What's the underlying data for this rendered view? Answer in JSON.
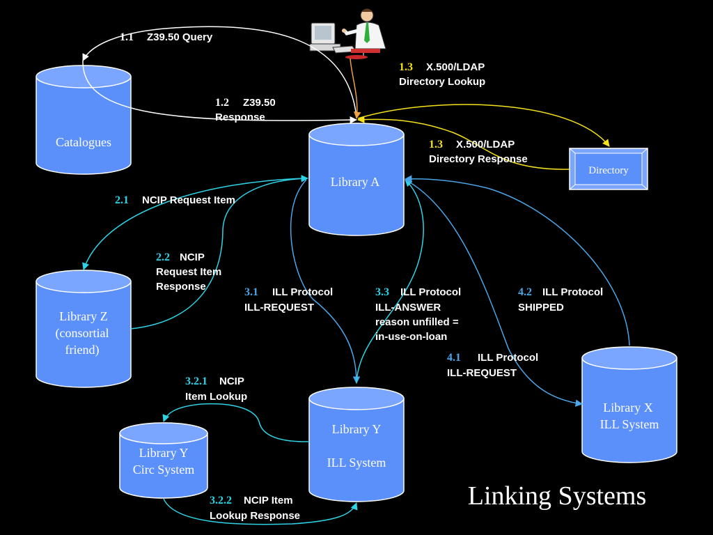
{
  "title": "Linking Systems",
  "colors": {
    "background": "#000000",
    "cylinder_body": "#5b8ff9",
    "cylinder_top": "#7aa6ff",
    "white_arrow": "#ffffff",
    "yellow_arrow": "#f5e21a",
    "cyan_arrow": "#2ed3e6",
    "blue_arrow": "#4aa6e8",
    "orange_arrow": "#f0a040",
    "num_white": "#ffffff",
    "num_yellow": "#f5e21a",
    "num_cyan": "#2ed3e6",
    "num_blue": "#4aa6e8"
  },
  "nodes": {
    "catalogues": {
      "label": "Catalogues"
    },
    "library_a": {
      "label": "Library A"
    },
    "directory": {
      "label": "Directory"
    },
    "library_z": {
      "line1": "Library Z",
      "line2": "(consortial",
      "line3": "friend)"
    },
    "library_y_ill": {
      "line1": "Library Y",
      "line2": "ILL System"
    },
    "library_y_circ": {
      "line1": "Library Y",
      "line2": "Circ System"
    },
    "library_x": {
      "line1": "Library X",
      "line2": "ILL System"
    },
    "user": {
      "icon": "user-at-computer-icon"
    }
  },
  "messages": {
    "m1_1": {
      "num": "1.1",
      "line1": "Z39.50 Query"
    },
    "m1_2": {
      "num": "1.2",
      "line1": "Z39.50",
      "line2": "Response"
    },
    "m1_3a": {
      "num": "1.3",
      "line1": "X.500/LDAP",
      "line2": "Directory Lookup"
    },
    "m1_3b": {
      "num": "1.3",
      "line1": "X.500/LDAP",
      "line2": "Directory Response"
    },
    "m2_1": {
      "num": "2.1",
      "line1": "NCIP Request Item"
    },
    "m2_2": {
      "num": "2.2",
      "line1": "NCIP",
      "line2": "Request Item",
      "line3": "Response"
    },
    "m3_1": {
      "num": "3.1",
      "line1": "ILL Protocol",
      "line2": "ILL-REQUEST"
    },
    "m3_3": {
      "num": "3.3",
      "line1": "ILL Protocol",
      "line2": "ILL-ANSWER",
      "line3": "reason unfilled =",
      "line4": "in-use-on-loan"
    },
    "m4_2": {
      "num": "4.2",
      "line1": "ILL Protocol",
      "line2": "SHIPPED"
    },
    "m4_1": {
      "num": "4.1",
      "line1": "ILL Protocol",
      "line2": "ILL-REQUEST"
    },
    "m3_2_1": {
      "num": "3.2.1",
      "line1": "NCIP",
      "line2": "Item Lookup"
    },
    "m3_2_2": {
      "num": "3.2.2",
      "line1": "NCIP Item",
      "line2": "Lookup Response"
    }
  }
}
